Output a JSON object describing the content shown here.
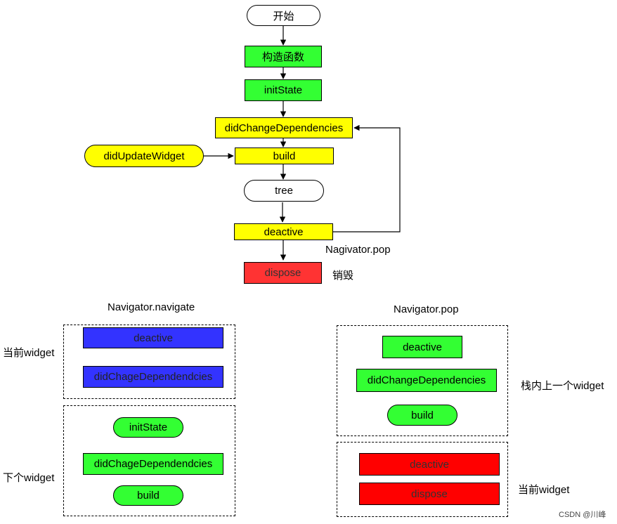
{
  "colors": {
    "green": "#33ff33",
    "yellow": "#ffff00",
    "blue": "#3333ff",
    "red": "#ff3333",
    "white": "#ffffff"
  },
  "flow": {
    "start": "开始",
    "constructor": "构造函数",
    "init_state": "initState",
    "did_change_dependencies": "didChangeDependencies",
    "did_update_widget": "didUpdateWidget",
    "build": "build",
    "tree": "tree",
    "deactive": "deactive",
    "nagivator_pop": "Nagivator.pop",
    "dispose": "dispose",
    "destroy_label": "销毁"
  },
  "navigate_panel": {
    "title": "Navigator.navigate",
    "current_widget_label": "当前widget",
    "next_widget_label": "下个widget",
    "current_items": [
      "deactive",
      "didChageDependendcies"
    ],
    "next_items": [
      "initState",
      "didChageDependendcies",
      "build"
    ]
  },
  "pop_panel": {
    "title": "Navigator.pop",
    "prev_widget_label": "栈内上一个widget",
    "current_widget_label": "当前widget",
    "prev_items": [
      "deactive",
      "didChangeDependencies",
      "build"
    ],
    "current_items": [
      "deactive",
      "dispose"
    ]
  },
  "watermark": "CSDN @川峰"
}
